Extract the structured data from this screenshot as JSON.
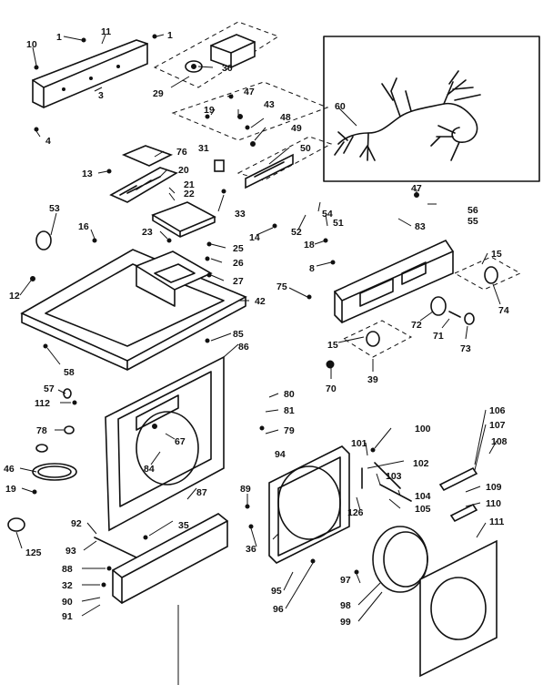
{
  "diagram": {
    "callouts": [
      {
        "id": "c1a",
        "text": "1"
      },
      {
        "id": "c11",
        "text": "11"
      },
      {
        "id": "c1b",
        "text": "1"
      },
      {
        "id": "c10",
        "text": "10"
      },
      {
        "id": "c3",
        "text": "3"
      },
      {
        "id": "c4",
        "text": "4"
      },
      {
        "id": "c30",
        "text": "30"
      },
      {
        "id": "c29",
        "text": "29"
      },
      {
        "id": "c60",
        "text": "60"
      },
      {
        "id": "c47a",
        "text": "47"
      },
      {
        "id": "c43",
        "text": "43"
      },
      {
        "id": "c19a",
        "text": "19"
      },
      {
        "id": "c48",
        "text": "48"
      },
      {
        "id": "c49",
        "text": "49"
      },
      {
        "id": "c31",
        "text": "31"
      },
      {
        "id": "c50",
        "text": "50"
      },
      {
        "id": "c76",
        "text": "76"
      },
      {
        "id": "c13",
        "text": "13"
      },
      {
        "id": "c20",
        "text": "20"
      },
      {
        "id": "c21",
        "text": "21"
      },
      {
        "id": "c22",
        "text": "22"
      },
      {
        "id": "c33",
        "text": "33"
      },
      {
        "id": "c53",
        "text": "53"
      },
      {
        "id": "c16",
        "text": "16"
      },
      {
        "id": "c23",
        "text": "23"
      },
      {
        "id": "c25",
        "text": "25"
      },
      {
        "id": "c26",
        "text": "26"
      },
      {
        "id": "c27",
        "text": "27"
      },
      {
        "id": "c42",
        "text": "42"
      },
      {
        "id": "c12",
        "text": "12"
      },
      {
        "id": "c58",
        "text": "58"
      },
      {
        "id": "c14",
        "text": "14"
      },
      {
        "id": "c52",
        "text": "52"
      },
      {
        "id": "c54",
        "text": "54"
      },
      {
        "id": "c51",
        "text": "51"
      },
      {
        "id": "c18",
        "text": "18"
      },
      {
        "id": "c8",
        "text": "8"
      },
      {
        "id": "c47b",
        "text": "47"
      },
      {
        "id": "c56",
        "text": "56"
      },
      {
        "id": "c55",
        "text": "55"
      },
      {
        "id": "c83",
        "text": "83"
      },
      {
        "id": "c15a",
        "text": "15"
      },
      {
        "id": "c75",
        "text": "75"
      },
      {
        "id": "c74",
        "text": "74"
      },
      {
        "id": "c72",
        "text": "72"
      },
      {
        "id": "c71",
        "text": "71"
      },
      {
        "id": "c73",
        "text": "73"
      },
      {
        "id": "c15b",
        "text": "15"
      },
      {
        "id": "c39",
        "text": "39"
      },
      {
        "id": "c70",
        "text": "70"
      },
      {
        "id": "c85",
        "text": "85"
      },
      {
        "id": "c86",
        "text": "86"
      },
      {
        "id": "c57",
        "text": "57"
      },
      {
        "id": "c112",
        "text": "112"
      },
      {
        "id": "c78",
        "text": "78"
      },
      {
        "id": "c80",
        "text": "80"
      },
      {
        "id": "c81",
        "text": "81"
      },
      {
        "id": "c79",
        "text": "79"
      },
      {
        "id": "c67",
        "text": "67"
      },
      {
        "id": "c84",
        "text": "84"
      },
      {
        "id": "c46",
        "text": "46"
      },
      {
        "id": "c19b",
        "text": "19"
      },
      {
        "id": "c125",
        "text": "125"
      },
      {
        "id": "c87",
        "text": "87"
      },
      {
        "id": "c35",
        "text": "35"
      },
      {
        "id": "c92",
        "text": "92"
      },
      {
        "id": "c93",
        "text": "93"
      },
      {
        "id": "c88",
        "text": "88"
      },
      {
        "id": "c32",
        "text": "32"
      },
      {
        "id": "c90",
        "text": "90"
      },
      {
        "id": "c91",
        "text": "91"
      },
      {
        "id": "c89",
        "text": "89"
      },
      {
        "id": "c94",
        "text": "94"
      },
      {
        "id": "c36",
        "text": "36"
      },
      {
        "id": "c95",
        "text": "95"
      },
      {
        "id": "c96",
        "text": "96"
      },
      {
        "id": "c100",
        "text": "100"
      },
      {
        "id": "c101",
        "text": "101"
      },
      {
        "id": "c102",
        "text": "102"
      },
      {
        "id": "c103",
        "text": "103"
      },
      {
        "id": "c126",
        "text": "126"
      },
      {
        "id": "c104",
        "text": "104"
      },
      {
        "id": "c105",
        "text": "105"
      },
      {
        "id": "c106",
        "text": "106"
      },
      {
        "id": "c107",
        "text": "107"
      },
      {
        "id": "c108",
        "text": "108"
      },
      {
        "id": "c109",
        "text": "109"
      },
      {
        "id": "c110",
        "text": "110"
      },
      {
        "id": "c111",
        "text": "111"
      },
      {
        "id": "c97",
        "text": "97"
      },
      {
        "id": "c98",
        "text": "98"
      },
      {
        "id": "c99",
        "text": "99"
      }
    ]
  }
}
